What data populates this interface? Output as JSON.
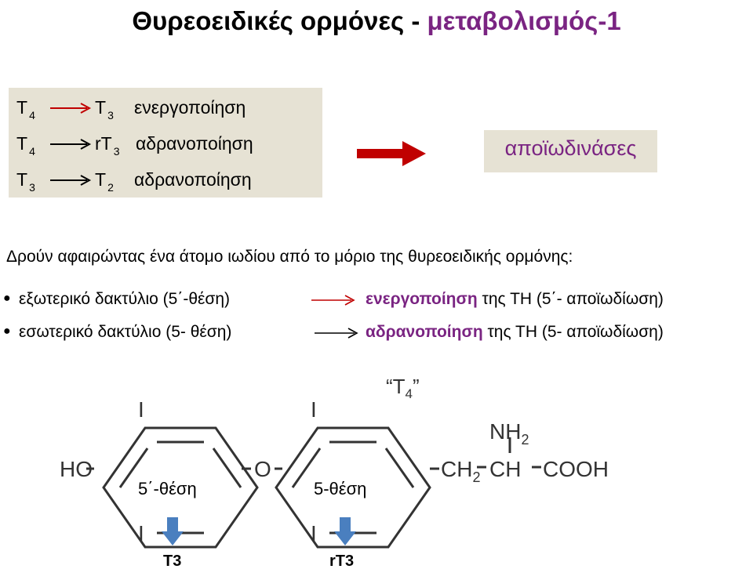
{
  "title": {
    "main": "Θυρεοειδικές ορμόνες - ",
    "accent": "μεταβολισμός-1"
  },
  "reactions": [
    {
      "from": "T",
      "from_sub": "4",
      "to": "T",
      "to_sub": "3",
      "label": "ενεργοποίηση"
    },
    {
      "from": "T",
      "from_sub": "4",
      "to": "rT",
      "to_sub": "3",
      "label": "αδρανοποίηση"
    },
    {
      "from": "T",
      "from_sub": "3",
      "to": "T",
      "to_sub": "2",
      "label": "αδρανοποίηση"
    }
  ],
  "enzyme": "αποϊωδινάσες",
  "intro": "Δρούν αφαιρώντας ένα άτομο ιωδίου από το μόριο της θυρεοειδικής ορμόνης:",
  "bullets": [
    {
      "site": "εξωτερικό δακτύλιο (5΄-θέση)",
      "effect": "ενεργοποίηση",
      "rest": " της ΤΗ  (5΄- αποϊωδίωση)"
    },
    {
      "site": "εσωτερικό δακτύλιο  (5- θέση)",
      "effect": "αδρανοποίηση",
      "rest": " της ΤΗ (5- αποϊωδίωση)"
    }
  ],
  "formula": {
    "name": "“T",
    "name_sub": "4",
    "name_close": "”",
    "iodine": "I",
    "ho": "HO",
    "o": "O",
    "ch2": "CH",
    "ch2_sub": "2",
    "ch": "CH",
    "cooh": "COOH",
    "nh2": "NH",
    "nh2_sub": "2",
    "outer_pos": "5΄-θέση",
    "inner_pos": "5-θέση",
    "outer_product": "T3",
    "inner_product": "rT3"
  },
  "colors": {
    "accent": "#7a2482",
    "box": "#e6e2d4",
    "arrow_red": "#c00000",
    "arrow_blue": "#4a7fbf"
  }
}
